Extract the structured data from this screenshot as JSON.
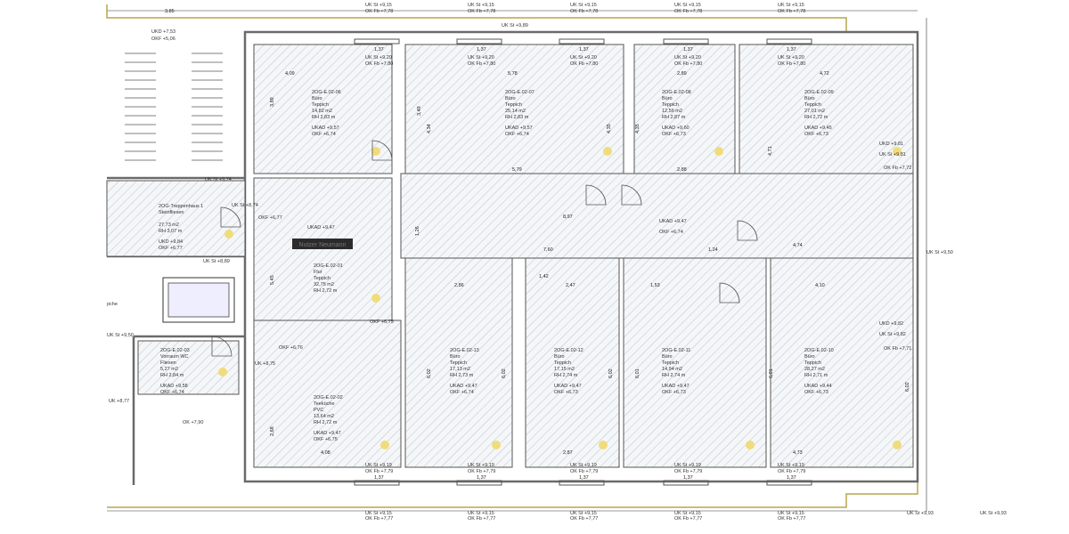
{
  "rooms": [
    {
      "id": "2OG-E.02-06",
      "use": "Büro",
      "floor": "Teppich",
      "area": "14,82 m2",
      "rh": "RH 2,83 m",
      "ukad": "UKAD +9,57",
      "okf": "OKF  +6,74"
    },
    {
      "id": "2OG-E.02-07",
      "use": "Büro",
      "floor": "Teppich",
      "area": "25,14 m2",
      "rh": "RH 2,83 m",
      "ukad": "UKAD +9,57",
      "okf": "OKF  +6,74"
    },
    {
      "id": "2OG-E.02-08",
      "use": "Büro",
      "floor": "Teppich",
      "area": "12,56 m2",
      "rh": "RH 2,87 m",
      "ukad": "UKAD +9,60",
      "okf": "OKF  +6,73"
    },
    {
      "id": "2OG-E.02-09",
      "use": "Büro",
      "floor": "Teppich",
      "area": "27,01 m2",
      "rh": "RH 2,72 m",
      "ukad": "UKAD +9,45",
      "okf": "OKF  +6,73"
    },
    {
      "id": "2OG-E.02-01",
      "use": "Flur",
      "floor": "Teppich",
      "area": "32,75 m2",
      "rh": "RH 2,72 m",
      "ukad": "",
      "okf": ""
    },
    {
      "id": "2OG-E.02-13",
      "use": "Büro",
      "floor": "Teppich",
      "area": "17,13 m2",
      "rh": "RH 2,73 m",
      "ukad": "UKAD +9,47",
      "okf": "OKF  +6,74"
    },
    {
      "id": "2OG-E.02-12",
      "use": "Büro",
      "floor": "Teppich",
      "area": "17,15 m2",
      "rh": "RH 2,74 m",
      "ukad": "UKAD +9,47",
      "okf": "OKF  +6,73"
    },
    {
      "id": "2OG-E.02-11",
      "use": "Büro",
      "floor": "Teppich",
      "area": "14,94 m2",
      "rh": "RH 2,74 m",
      "ukad": "UKAD +9,47",
      "okf": "OKF  +6,73"
    },
    {
      "id": "2OG-E.02-10",
      "use": "Büro",
      "floor": "Teppich",
      "area": "28,27 m2",
      "rh": "RH 2,71 m",
      "ukad": "UKAD +9,44",
      "okf": "OKF  +6,73"
    },
    {
      "id": "2OG-E.02-02",
      "use": "Teeküche",
      "floor": "PVC",
      "area": "13,64 m2",
      "rh": "RH 2,72 m",
      "ukad": "UKAD +9,47",
      "okf": "OKF  +6,75"
    },
    {
      "id": "2OG-E.02-03",
      "use": "Vorraum WC",
      "floor": "Fliesen",
      "area": "5,27 m2",
      "rh": "RH 2,84 m",
      "ukad": "UKAD +9,58",
      "okf": "OKF  +6,74"
    },
    {
      "id": "2OG-Treppenhaus 1",
      "use": "Steinfliesen",
      "floor": "",
      "area": "27,73 m2",
      "rh": "RH 3,07 m",
      "ukad": "UKD +9,84",
      "okf": "OKF +6,77"
    }
  ],
  "redacted_label": "Nutzer Neumann",
  "corridor_marks": [
    "UKAD +9,47",
    "OKF +6,74",
    "UKAD +9,47",
    "OKF +6,77",
    "UK St +9,74",
    "UK St +8,74"
  ],
  "stair_marks": [
    "UKD +7,53",
    "OKF +5,06",
    "3,85"
  ],
  "top_windows": [
    "UK St +9,15",
    "OK Fb +7,78"
  ],
  "top_windows_inner": [
    "UK St +9,20",
    "OK Fb +7,80",
    "1,37"
  ],
  "bottom_windows": [
    "UK St +9,15",
    "OK Fb +7,77"
  ],
  "bottom_windows_inner": [
    "UK St +9,19",
    "OK Fb +7,79",
    "1,37"
  ],
  "dimensions": {
    "top": [
      "4,09",
      "5,78",
      "2,89",
      "4,72"
    ],
    "corridor": [
      "5,79",
      "2,88",
      "8,97",
      "7,60",
      "1,24",
      "4,74"
    ],
    "bottom": [
      "4,08",
      "2,87",
      "4,73"
    ],
    "row2": [
      "2,86",
      "1,42",
      "2,47",
      "1,53",
      "4,10"
    ],
    "heights": [
      "3,89",
      "3,49",
      "4,34",
      "4,35",
      "4,35",
      "4,71",
      "6,02",
      "6,02",
      "6,02",
      "6,01",
      "6,01",
      "6,02",
      "5,45",
      "2,68",
      "1,26"
    ]
  },
  "side_marks": [
    "UKD +9,81",
    "UK St +9,81",
    "OK Fb +7,72",
    "UKD +9,82",
    "UK St +9,82",
    "OK Fb +7,71",
    "UK St +9,50",
    "UK St +9,93",
    "UK St +9,89",
    "UK St +9,93"
  ],
  "left_labels": [
    "UK +8,77",
    "OK +7,90",
    "UK St +8,89",
    "UK +8,75",
    "OKF +6,76",
    "OKF +6,75",
    "UK St +9,50",
    "pche"
  ]
}
